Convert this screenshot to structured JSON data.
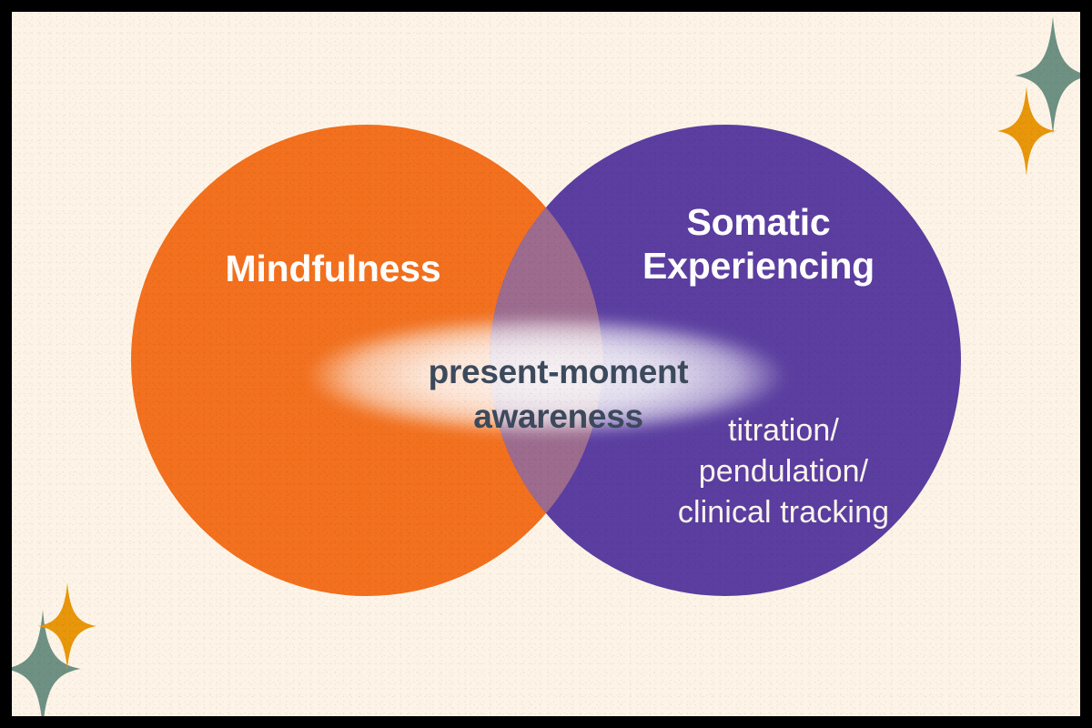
{
  "diagram": {
    "type": "venn",
    "title": "",
    "background_color": "#FDF4E7",
    "border_color": "#000000",
    "sets": [
      {
        "id": "mindfulness",
        "label": "Mindfulness",
        "color": "#F2701E",
        "text_color": "#FFFFFF"
      },
      {
        "id": "somatic-experiencing",
        "label": "Somatic\nExperiencing",
        "color": "#5B3EA0",
        "text_color": "#FFFFFF",
        "detail": "titration/\npendulation/\nclinical tracking",
        "detail_color": "#FBF5EC"
      }
    ],
    "intersection": {
      "label": "present-moment\nawareness",
      "text_color": "#3C4A5C",
      "highlight_color": "#FFFFFF",
      "overlap_color": "#9C6B8E"
    },
    "decorations": [
      {
        "name": "sparkle-green-top-right",
        "color": "#6E9183"
      },
      {
        "name": "sparkle-orange-top-right",
        "color": "#E8960A"
      },
      {
        "name": "sparkle-green-bottom-left",
        "color": "#6E9183"
      },
      {
        "name": "sparkle-orange-bottom-left",
        "color": "#E8960A"
      }
    ]
  }
}
